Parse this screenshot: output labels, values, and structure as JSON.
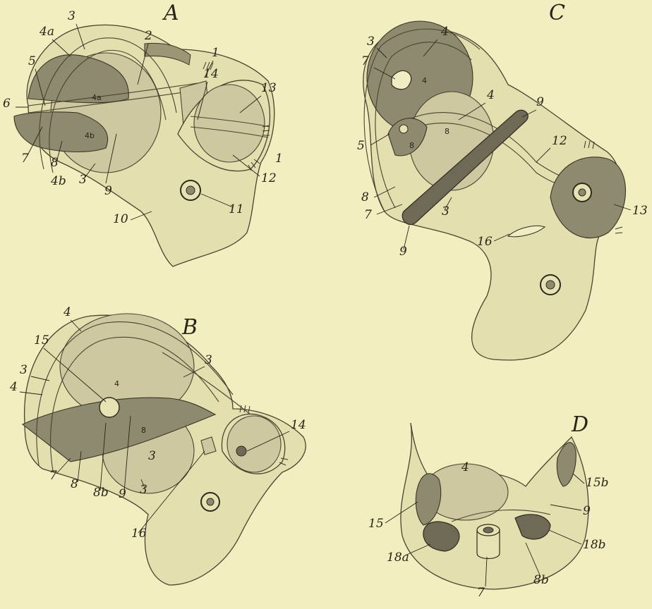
{
  "panels": {
    "A": {
      "letter": "A",
      "labels": [
        "3",
        "4a",
        "5",
        "6",
        "2",
        "1",
        "14",
        "13",
        "4a",
        "4b",
        "7",
        "8",
        "3",
        "4b",
        "9",
        "12",
        "1",
        "11",
        "10"
      ]
    },
    "B": {
      "letter": "B",
      "labels": [
        "4",
        "15",
        "3",
        "3",
        "4",
        "4",
        "8",
        "14",
        "3",
        "7",
        "8",
        "8b",
        "9",
        "3",
        "16"
      ]
    },
    "C": {
      "letter": "C",
      "labels": [
        "3",
        "4",
        "7",
        "4",
        "4",
        "9",
        "8",
        "8",
        "5",
        "12",
        "8",
        "7",
        "3",
        "13",
        "16",
        "9"
      ]
    },
    "D": {
      "letter": "D",
      "labels": [
        "4",
        "15b",
        "9",
        "15",
        "18b",
        "18a",
        "7",
        "8b"
      ]
    }
  },
  "colors": {
    "paper": "#f2eec0",
    "ink": "#2a2418"
  }
}
